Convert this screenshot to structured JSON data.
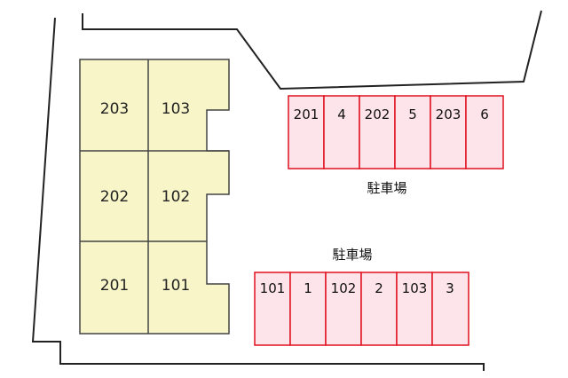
{
  "colors": {
    "building_fill": "#f8f5c8",
    "building_stroke": "#444444",
    "parking_fill": "#fce4ea",
    "parking_stroke": "#e0101e",
    "boundary_stroke": "#222222"
  },
  "building": {
    "units": [
      {
        "label": "203"
      },
      {
        "label": "103"
      },
      {
        "label": "202"
      },
      {
        "label": "102"
      },
      {
        "label": "201"
      },
      {
        "label": "101"
      }
    ]
  },
  "parking_upper": {
    "label": "駐車場",
    "slots": [
      {
        "label": "201"
      },
      {
        "label": "4"
      },
      {
        "label": "202"
      },
      {
        "label": "5"
      },
      {
        "label": "203"
      },
      {
        "label": "6"
      }
    ]
  },
  "parking_lower": {
    "label": "駐車場",
    "slots": [
      {
        "label": "101"
      },
      {
        "label": "1"
      },
      {
        "label": "102"
      },
      {
        "label": "2"
      },
      {
        "label": "103"
      },
      {
        "label": "3"
      }
    ]
  }
}
